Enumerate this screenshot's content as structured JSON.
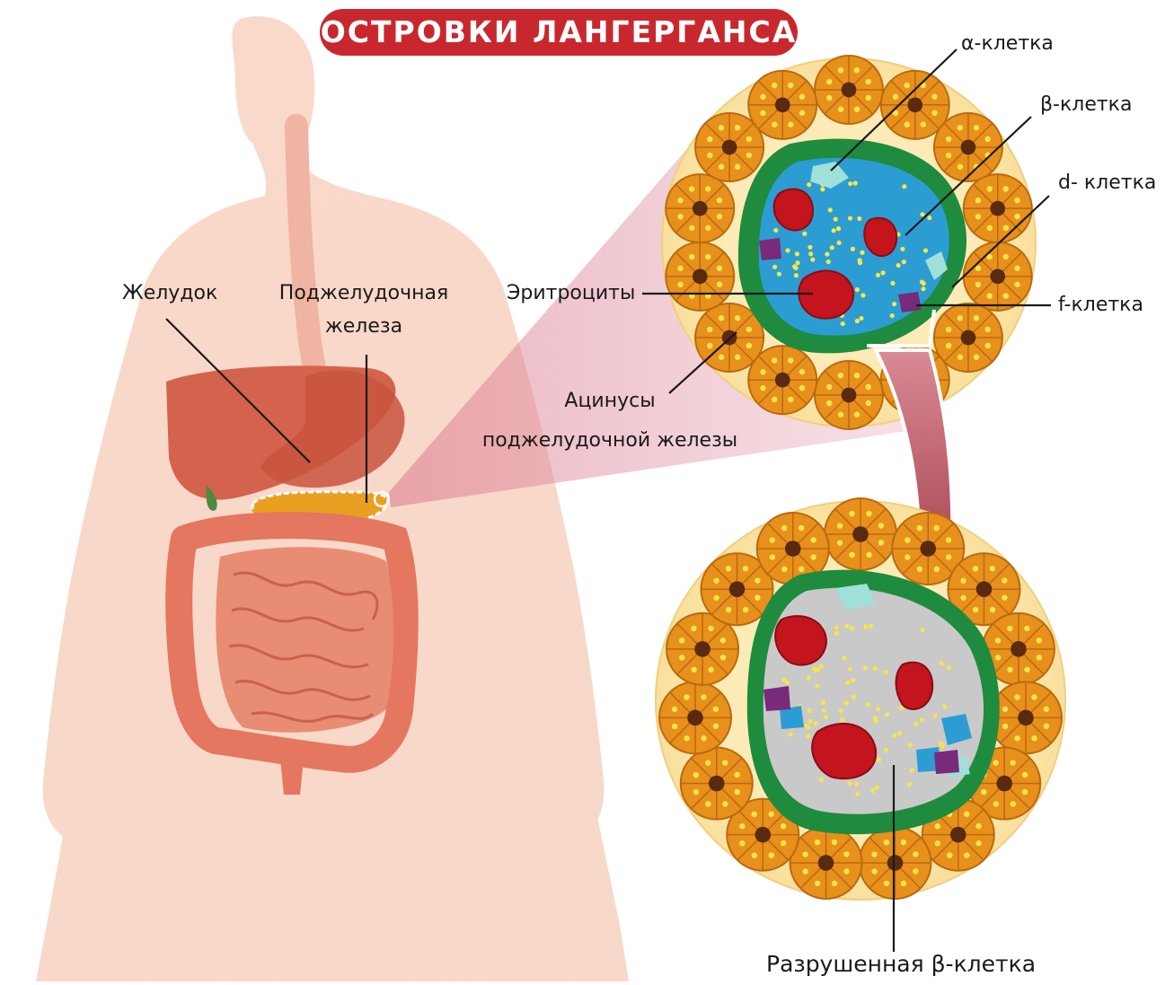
{
  "title": "ОСТРОВКИ ЛАНГЕРГАНСА",
  "labels": {
    "alpha_cell": "α-клетка",
    "beta_cell": "β-клетка",
    "d_cell": "d- клетка",
    "f_cell": "f-клетка",
    "erythrocytes": "Эритроциты",
    "stomach": "Желудок",
    "pancreas_line1": "Поджелудочная",
    "pancreas_line2": "железа",
    "acini_line1": "Ацинусы",
    "acini_line2": "поджелудочной железы",
    "destroyed_beta": "Разрушенная β-клетка"
  },
  "colors": {
    "title_bg": "#c8282d",
    "skin": "#f6cdbb",
    "acinus": "#e8901c",
    "islet_border": "#1e8a3c",
    "beta_cell": "#3f9ed0",
    "erythrocyte": "#c4141e",
    "destroyed_cell": "#c9c9c9",
    "capsule": "#fbe6a8",
    "arrow": "#b8404a"
  }
}
